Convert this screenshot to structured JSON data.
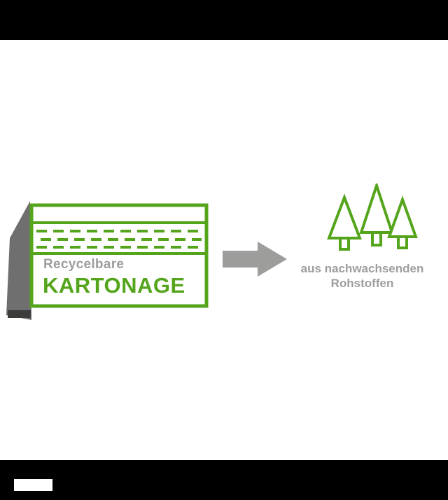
{
  "page": {
    "background": "#000000",
    "content_background": "#ffffff"
  },
  "colors": {
    "accent_green": "#55A51C",
    "text_gray": "#9D9D9C",
    "shape_gray": "#706F6F",
    "shape_gray_dark": "#3C3C3B",
    "arrow_gray": "#9D9D9C"
  },
  "carton": {
    "icon": "cardboard-box-icon",
    "label_top": "Recycelbare",
    "label_main": "KARTONAGE"
  },
  "arrow": {
    "icon": "arrow-right-icon"
  },
  "trees": {
    "icon": "fir-trees-icon",
    "caption_line1": "aus nachwachsenden",
    "caption_line2": "Rohstoffen"
  },
  "footer": {
    "logo": "logo-placeholder"
  }
}
